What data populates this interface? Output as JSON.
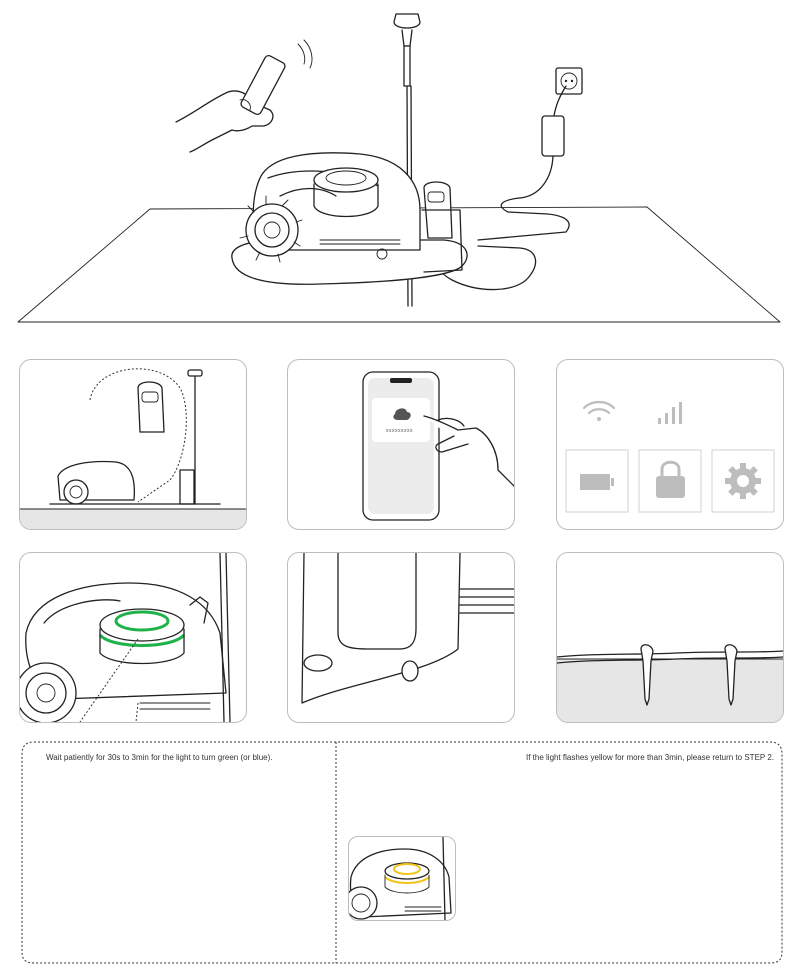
{
  "phone_screen": {
    "code": "xxxxxxxxx"
  },
  "notes": {
    "wait": "Wait patiently for 30s to 3min for the light to turn green (or blue).",
    "yellow": "If the light flashes yellow for more than 3min, please return to STEP 2."
  },
  "colors": {
    "light_green": "#1fb24a",
    "light_yellow": "#f2c21b",
    "line": "#222222",
    "panel_border": "#bdbdbd",
    "ground_fill": "#e6e6e6",
    "status_icon": "#bdbdbd"
  },
  "icons": {
    "status_row": [
      "wifi-icon",
      "cellular-signal-icon"
    ],
    "status_tiles": [
      "battery-icon",
      "lock-icon",
      "gear-icon"
    ]
  }
}
